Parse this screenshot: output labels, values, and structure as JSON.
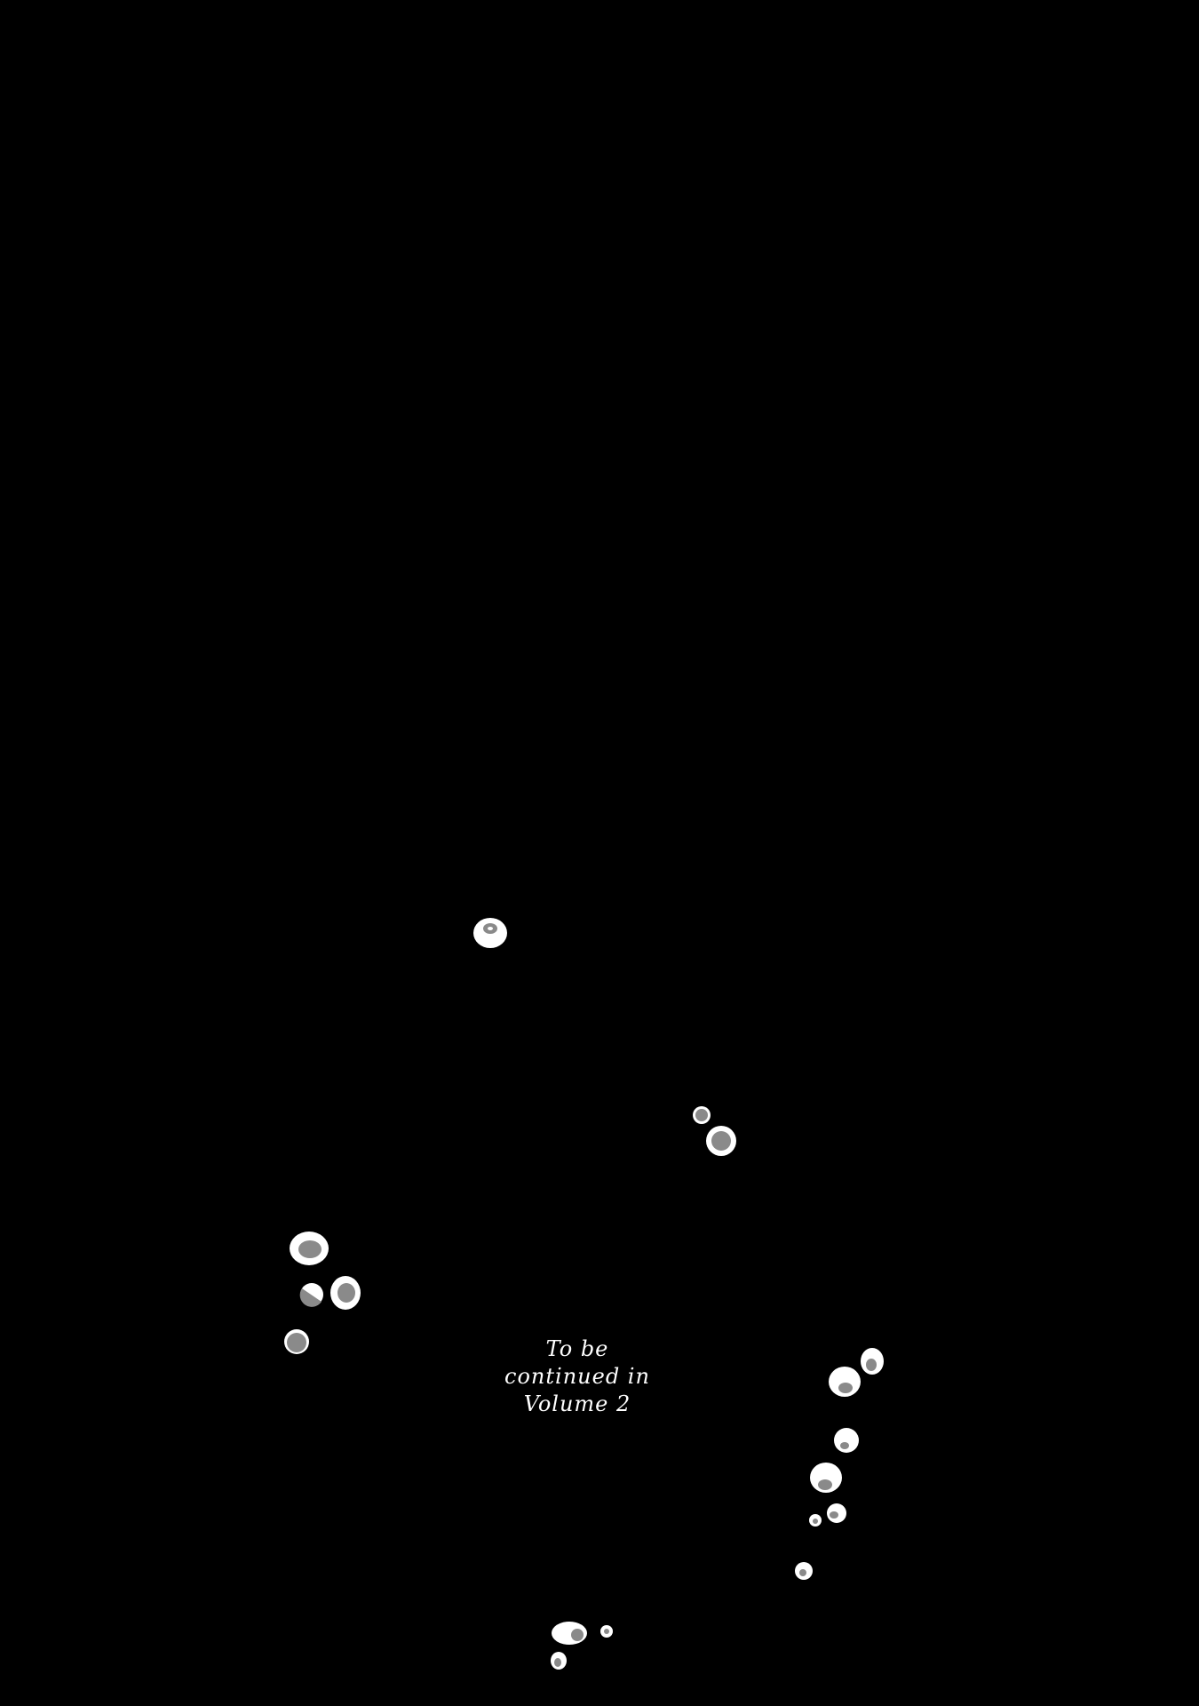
{
  "panel": {
    "background_color": "#000000",
    "eye_color": "#ffffff",
    "pupil_color": "#8a8a8a"
  },
  "caption": {
    "line1": "To be",
    "line2": "continued in",
    "line3": "Volume 2"
  }
}
